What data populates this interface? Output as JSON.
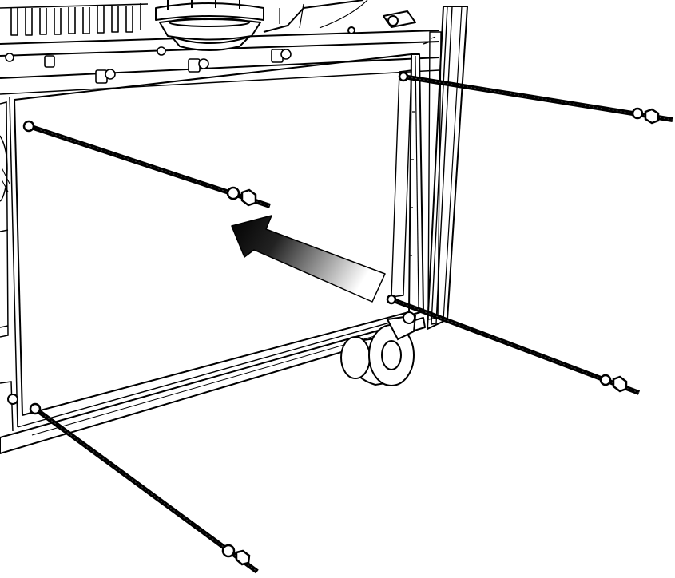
{
  "diagram": {
    "kind": "assembly-illustration",
    "colors": {
      "background": "#ffffff",
      "line": "#000000",
      "rod": "#111111",
      "arrow_dark": "#000000",
      "arrow_light": "#ffffff"
    },
    "parts": [
      "top-frame",
      "back-panel",
      "right-leg",
      "bottom-rail",
      "caster-wheel",
      "threaded-rod",
      "hex-nut",
      "washer",
      "direction-arrow"
    ],
    "rods": 4,
    "nuts_per_rod": 2,
    "arrow": "insert-direction"
  }
}
